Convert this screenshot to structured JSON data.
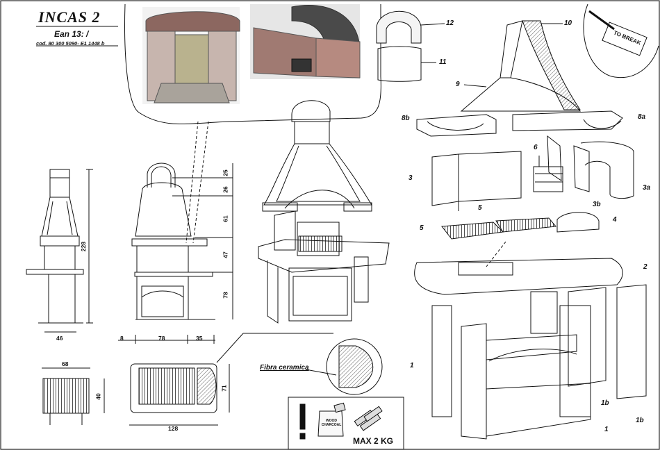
{
  "header": {
    "title": "INCAS 2",
    "ean": "Ean 13:  /",
    "code": "cod. 80 300 5090- E1 1448 b"
  },
  "dimensions": {
    "side_width": "46",
    "side_height": "228",
    "front_seg1": "25",
    "front_seg2": "26",
    "front_seg3": "61",
    "front_seg4": "47",
    "front_seg5": "78",
    "front_left": "8",
    "front_mid": "78",
    "front_right": "35",
    "small_width": "68",
    "small_height": "40",
    "plan_width": "128",
    "plan_height": "71"
  },
  "annotations": {
    "fibra": "Fibra ceramica",
    "max_load": "MAX 2 KG",
    "charcoal": "WOOD CHARCOAL",
    "to_break": "TO BREAK"
  },
  "parts": {
    "p12": "12",
    "p11": "11",
    "p10": "10",
    "p9": "9",
    "p8b": "8b",
    "p8a": "8a",
    "p6": "6",
    "p3": "3",
    "p3a": "3a",
    "p3b": "3b",
    "p5a": "5",
    "p5b": "5",
    "p4": "4",
    "p2": "2",
    "p1": "1",
    "p1b_a": "1b",
    "p1b_b": "1b",
    "p1_bottom": "1"
  }
}
